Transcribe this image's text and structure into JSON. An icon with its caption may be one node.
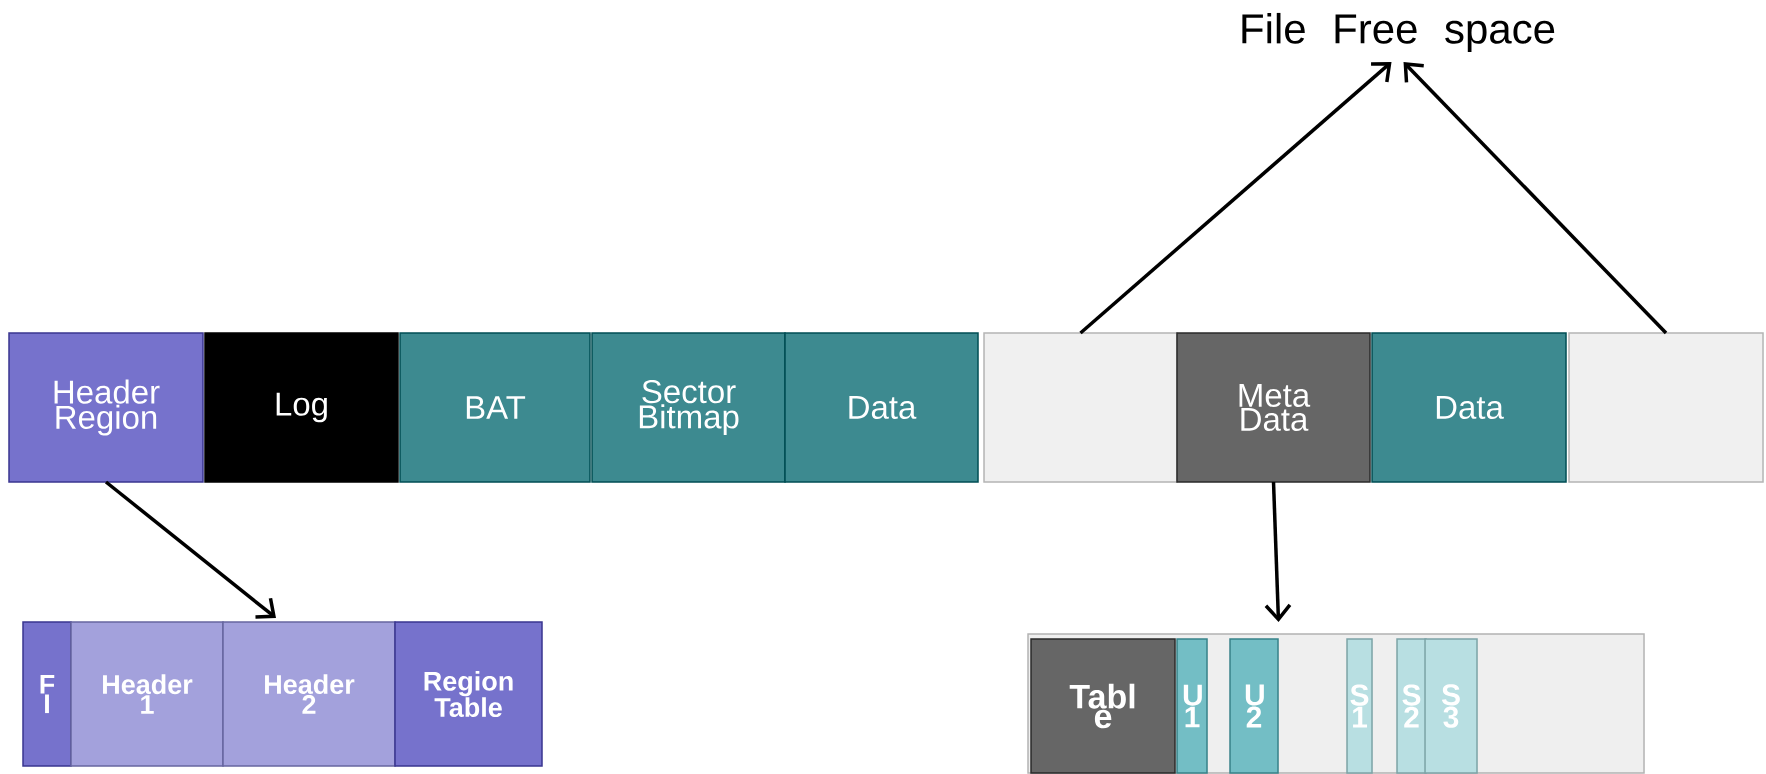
{
  "diagram": {
    "nodes": [
      {
        "text": [
          "File Free space"
        ]
      },
      {
        "text": [
          "Header Region"
        ]
      },
      {
        "text": [
          "Log"
        ]
      },
      {
        "text": [
          "BAT"
        ]
      },
      {
        "text": [
          "Sector Bitmap"
        ]
      },
      {
        "text": [
          "Data"
        ]
      },
      {
        "text": [],
        "shape": "box"
      },
      {
        "text": [
          "Meta Data"
        ]
      },
      {
        "text": [
          "Data"
        ]
      },
      {
        "text": [],
        "shape": "box"
      },
      {
        "text": [
          "F I"
        ]
      },
      {
        "text": [
          "Header 1"
        ]
      },
      {
        "text": [
          "Header 2"
        ]
      },
      {
        "text": [
          "Region Table"
        ]
      },
      {
        "text": [],
        "shape": "box"
      },
      {
        "text": [
          "Tabl e"
        ],
        "in": 14
      },
      {
        "text": [
          "U 1"
        ],
        "in": 14
      },
      {
        "text": [
          "U 2"
        ],
        "in": 14
      },
      {
        "text": [
          "S 1"
        ],
        "in": 14
      },
      {
        "text": [
          "S 2"
        ],
        "in": 14
      },
      {
        "text": [
          "S 3"
        ],
        "in": 14
      }
    ],
    "edges": [
      {
        "from": 1,
        "to": 12,
        "arrow": "to"
      },
      {
        "from": 6,
        "to": 0,
        "arrow": "to"
      },
      {
        "from": 9,
        "to": 0,
        "arrow": "to"
      },
      {
        "from": 7,
        "to": 14,
        "arrow": "to"
      }
    ]
  }
}
